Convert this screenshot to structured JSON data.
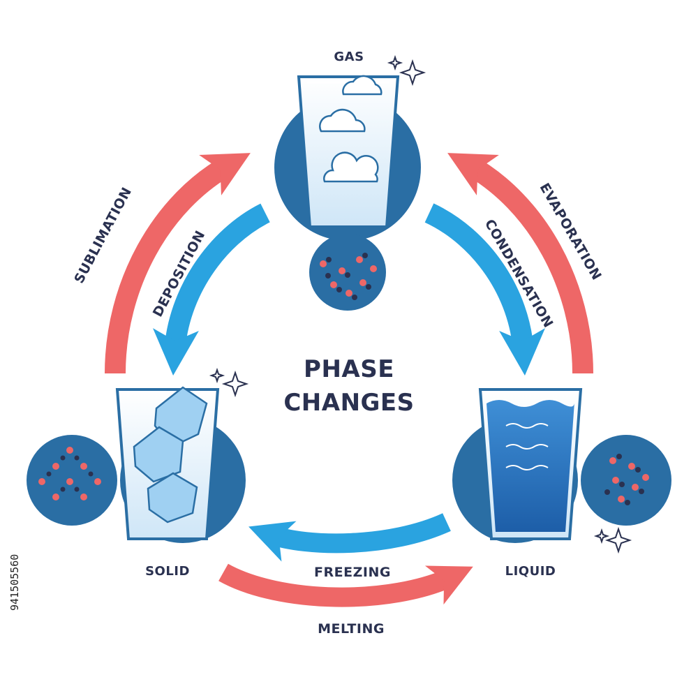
{
  "title": {
    "line1": "PHASE",
    "line2": "CHANGES"
  },
  "states": {
    "gas": "GAS",
    "solid": "SOLID",
    "liquid": "LIQUID"
  },
  "processes": {
    "sublimation": "SUBLIMATION",
    "deposition": "DEPOSITION",
    "evaporation": "EVAPORATION",
    "condensation": "CONDENSATION",
    "freezing": "FREEZING",
    "melting": "MELTING"
  },
  "image_id": "941505560",
  "colors": {
    "red_arrow": "#ee6767",
    "blue_arrow": "#2aa3e0",
    "dark_blue": "#2a6ea4",
    "water": "#2b77c4",
    "text": "#2a3150"
  }
}
